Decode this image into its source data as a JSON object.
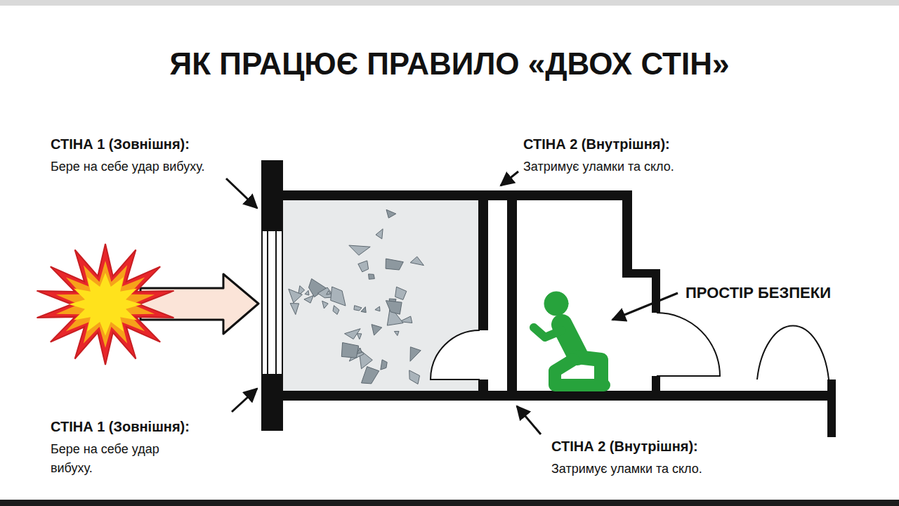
{
  "diagram": {
    "title": "ЯК ПРАЦЮЄ ПРАВИЛО «ДВОХ СТІН»",
    "labels": [
      "СТІНА 1 (Зовнішня):",
      "Бере на себе удар вибуху.",
      "СТІНА 2 (Внутрішня):",
      "Затримує уламки та скло.",
      "ПРОСТІР БЕЗПЕКИ",
      "СТІНА 1 (Зовнішня):",
      "Бере на себе удар вибуху.",
      "СТІНА 2 (Внутрішня):",
      "Затримує уламки та скло."
    ]
  }
}
